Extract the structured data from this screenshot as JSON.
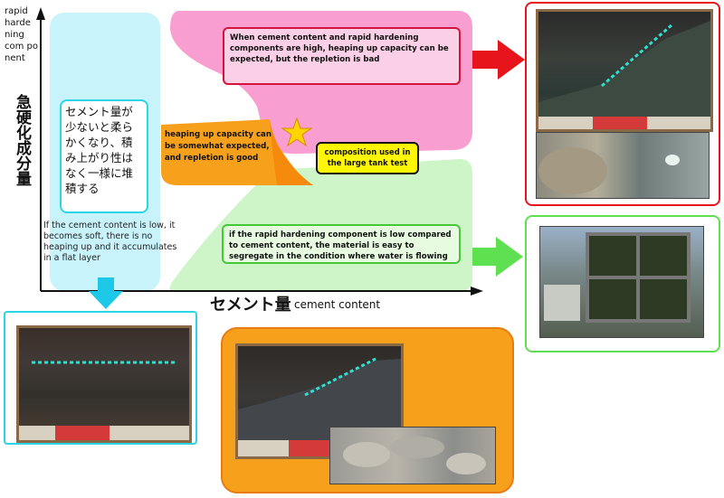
{
  "y_axis": {
    "label_en": "rapid harde ning com po nent",
    "label_jp": "急硬化成分量"
  },
  "x_axis": {
    "label_jp": "セメント量",
    "label_en": "cement content"
  },
  "zones": {
    "low_cement_jp": "セメント量が少ないと柔らかくなり、積み上がり性はなく一様に堆積する",
    "low_cement_en": "If the cement content is low, it becomes soft, there is no heaping up and it accumulates in a flat layer",
    "high": "When cement content and rapid hardening components are high, heaping up capacity can be expected, but the repletion is bad",
    "middle": "heaping up capacity can be somewhat expected, and repletion is good",
    "composition": "composition used in the large tank test",
    "low_rapid": "if the rapid hardening component is low compared to cement content, the material is easy to segregate in the condition where water is flowing"
  },
  "colors": {
    "cyan_zone": "#c8f3fb",
    "pink_zone": "#f99ed0",
    "green_zone": "#cdf5c8",
    "orange": "#f7a01c",
    "red": "#e8141c",
    "green_arrow": "#5ee050"
  }
}
